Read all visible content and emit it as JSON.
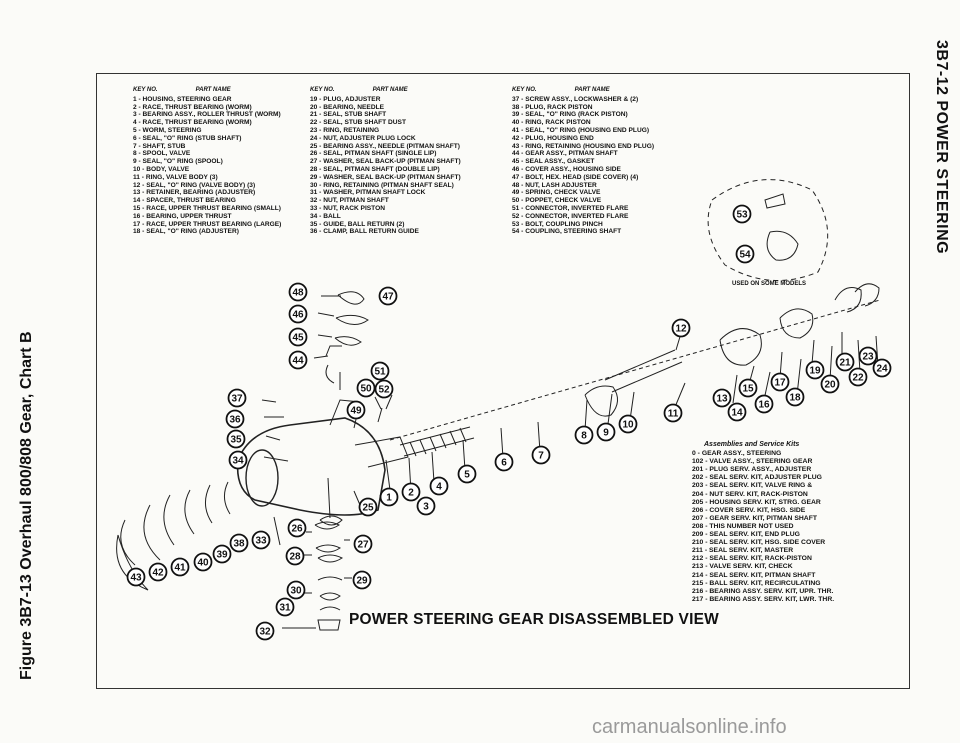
{
  "side_title": "3B7-12 POWER STEERING",
  "side_caption": "Figure 3B7-13 Overhaul 800/808 Gear, Chart B",
  "legend_header": {
    "key": "Key No.",
    "part": "Part Name"
  },
  "legend_col1": [
    "1 - HOUSING, STEERING GEAR",
    "2 - RACE, THRUST BEARING (WORM)",
    "3 - BEARING ASSY., ROLLER THRUST (WORM)",
    "4 - RACE, THRUST BEARING (WORM)",
    "5 - WORM, STEERING",
    "6 - SEAL, \"O\" RING (STUB SHAFT)",
    "7 - SHAFT, STUB",
    "8 - SPOOL, VALVE",
    "9 - SEAL, \"O\" RING (SPOOL)",
    "10 - BODY, VALVE",
    "11 - RING, VALVE BODY (3)",
    "12 - SEAL, \"O\" RING (VALVE BODY) (3)",
    "13 - RETAINER, BEARING (ADJUSTER)",
    "14 - SPACER, THRUST BEARING",
    "15 - RACE, UPPER THRUST BEARING (SMALL)",
    "16 - BEARING, UPPER THRUST",
    "17 - RACE, UPPER THRUST BEARING (LARGE)",
    "18 - SEAL, \"O\" RING (ADJUSTER)"
  ],
  "legend_col2": [
    "19 - PLUG, ADJUSTER",
    "20 - BEARING, NEEDLE",
    "21 - SEAL, STUB SHAFT",
    "22 - SEAL, STUB SHAFT DUST",
    "23 - RING, RETAINING",
    "24 - NUT, ADJUSTER PLUG LOCK",
    "25 - BEARING ASSY., NEEDLE (PITMAN SHAFT)",
    "26 - SEAL, PITMAN SHAFT (SINGLE LIP)",
    "27 - WASHER, SEAL BACK-UP (PITMAN SHAFT)",
    "28 - SEAL, PITMAN SHAFT (DOUBLE LIP)",
    "29 - WASHER, SEAL BACK-UP (PITMAN SHAFT)",
    "30 - RING, RETAINING (PITMAN SHAFT SEAL)",
    "31 - WASHER, PITMAN SHAFT LOCK",
    "32 - NUT, PITMAN SHAFT",
    "33 - NUT, RACK PISTON",
    "34 - BALL",
    "35 - GUIDE, BALL RETURN (2)",
    "36 - CLAMP, BALL RETURN GUIDE"
  ],
  "legend_col3": [
    "37 - SCREW ASSY., LOCKWASHER & (2)",
    "38 - PLUG, RACK PISTON",
    "39 - SEAL, \"O\" RING (RACK PISTON)",
    "40 - RING, RACK PISTON",
    "41 - SEAL, \"O\" RING (HOUSING END PLUG)",
    "42 - PLUG, HOUSING END",
    "43 - RING, RETAINING (HOUSING END PLUG)",
    "44 - GEAR ASSY., PITMAN SHAFT",
    "45 - SEAL ASSY., GASKET",
    "46 - COVER ASSY., HOUSING SIDE",
    "47 - BOLT, HEX. HEAD (SIDE COVER) (4)",
    "48 - NUT, LASH ADJUSTER",
    "49 - SPRING, CHECK VALVE",
    "50 - POPPET, CHECK VALVE",
    "51 - CONNECTOR, INVERTED FLARE",
    "52 - CONNECTOR, INVERTED FLARE",
    "53 - BOLT, COUPLING PINCH",
    "54 - COUPLING, STEERING SHAFT"
  ],
  "inset_label": "USED ON SOME MODELS",
  "kits_header": "Assemblies and Service Kits",
  "kits": [
    "0 - GEAR ASSY., STEERING",
    "102 - VALVE ASSY., STEERING GEAR",
    "201 - PLUG SERV. ASSY., ADJUSTER",
    "202 - SEAL SERV. KIT, ADJUSTER PLUG",
    "203 - SEAL SERV. KIT, VALVE RING &",
    "204 - NUT SERV. KIT, RACK-PISTON",
    "205 - HOUSING SERV. KIT, STRG. GEAR",
    "206 - COVER SERV. KIT, HSG. SIDE",
    "207 - GEAR SERV. KIT, PITMAN SHAFT",
    "208 - THIS NUMBER NOT USED",
    "209 - SEAL SERV. KIT, END PLUG",
    "210 - SEAL SERV. KIT, HSG. SIDE COVER",
    "211 - SEAL SERV. KIT, MASTER",
    "212 - SEAL SERV. KIT, RACK-PISTON",
    "213 - VALVE SERV. KIT, CHECK",
    "214 - SEAL SERV. KIT, PITMAN SHAFT",
    "215 - BALL SERV. KIT, RECIRCULATING",
    "216 - BEARING ASSY. SERV. KIT, UPR. THR.",
    "217 - BEARING ASSY. SERV. KIT, LWR. THR."
  ],
  "main_title": "POWER STEERING GEAR DISASSEMBLED VIEW",
  "watermark": "carmanualsonline.info",
  "callouts": [
    "1",
    "2",
    "3",
    "4",
    "5",
    "6",
    "7",
    "8",
    "9",
    "10",
    "11",
    "12",
    "13",
    "14",
    "15",
    "16",
    "17",
    "18",
    "19",
    "20",
    "21",
    "22",
    "23",
    "24",
    "25",
    "26",
    "27",
    "28",
    "29",
    "30",
    "31",
    "32",
    "33",
    "34",
    "35",
    "36",
    "37",
    "38",
    "39",
    "40",
    "41",
    "42",
    "43",
    "44",
    "45",
    "46",
    "47",
    "48",
    "49",
    "50",
    "51",
    "52",
    "53",
    "54"
  ]
}
